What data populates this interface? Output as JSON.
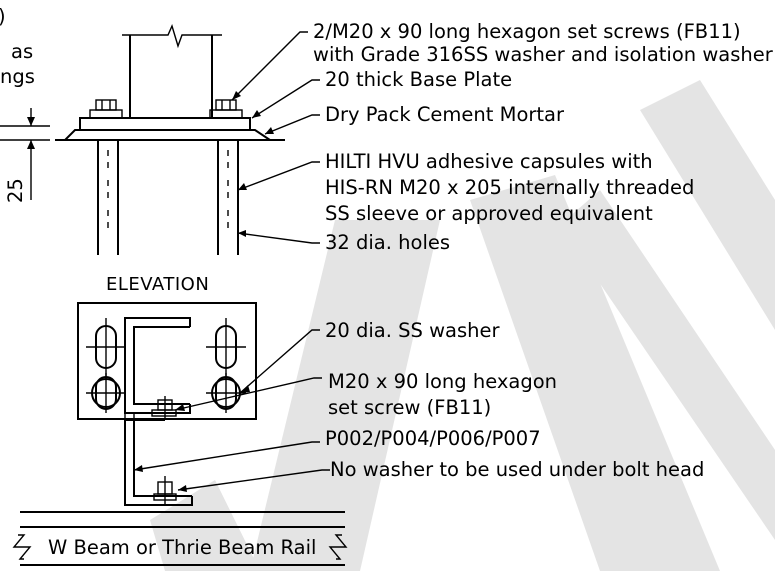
{
  "left_fragment": {
    "paren": ")",
    "as": "as",
    "ings": "ngs",
    "dimension": "25"
  },
  "elevation": {
    "title": "ELEVATION"
  },
  "callouts_top": [
    "2/M20 x 90 long hexagon set screws (FB11)",
    "with Grade 316SS washer and isolation washer",
    "20 thick Base Plate",
    "Dry Pack Cement Mortar",
    "HILTI HVU adhesive capsules with",
    "HIS-RN M20 x 205 internally threaded",
    "SS sleeve or approved equivalent",
    "32 dia. holes"
  ],
  "callouts_plan": [
    "20 dia. SS washer",
    "M20 x 90 long hexagon",
    "set screw (FB11)",
    "P002/P004/P006/P007",
    "No washer to be used under bolt head"
  ],
  "beam_label": "W Beam or Thrie Beam Rail",
  "colors": {
    "ink": "#000000",
    "watermark": "#e4e4e4",
    "background": "#ffffff"
  }
}
